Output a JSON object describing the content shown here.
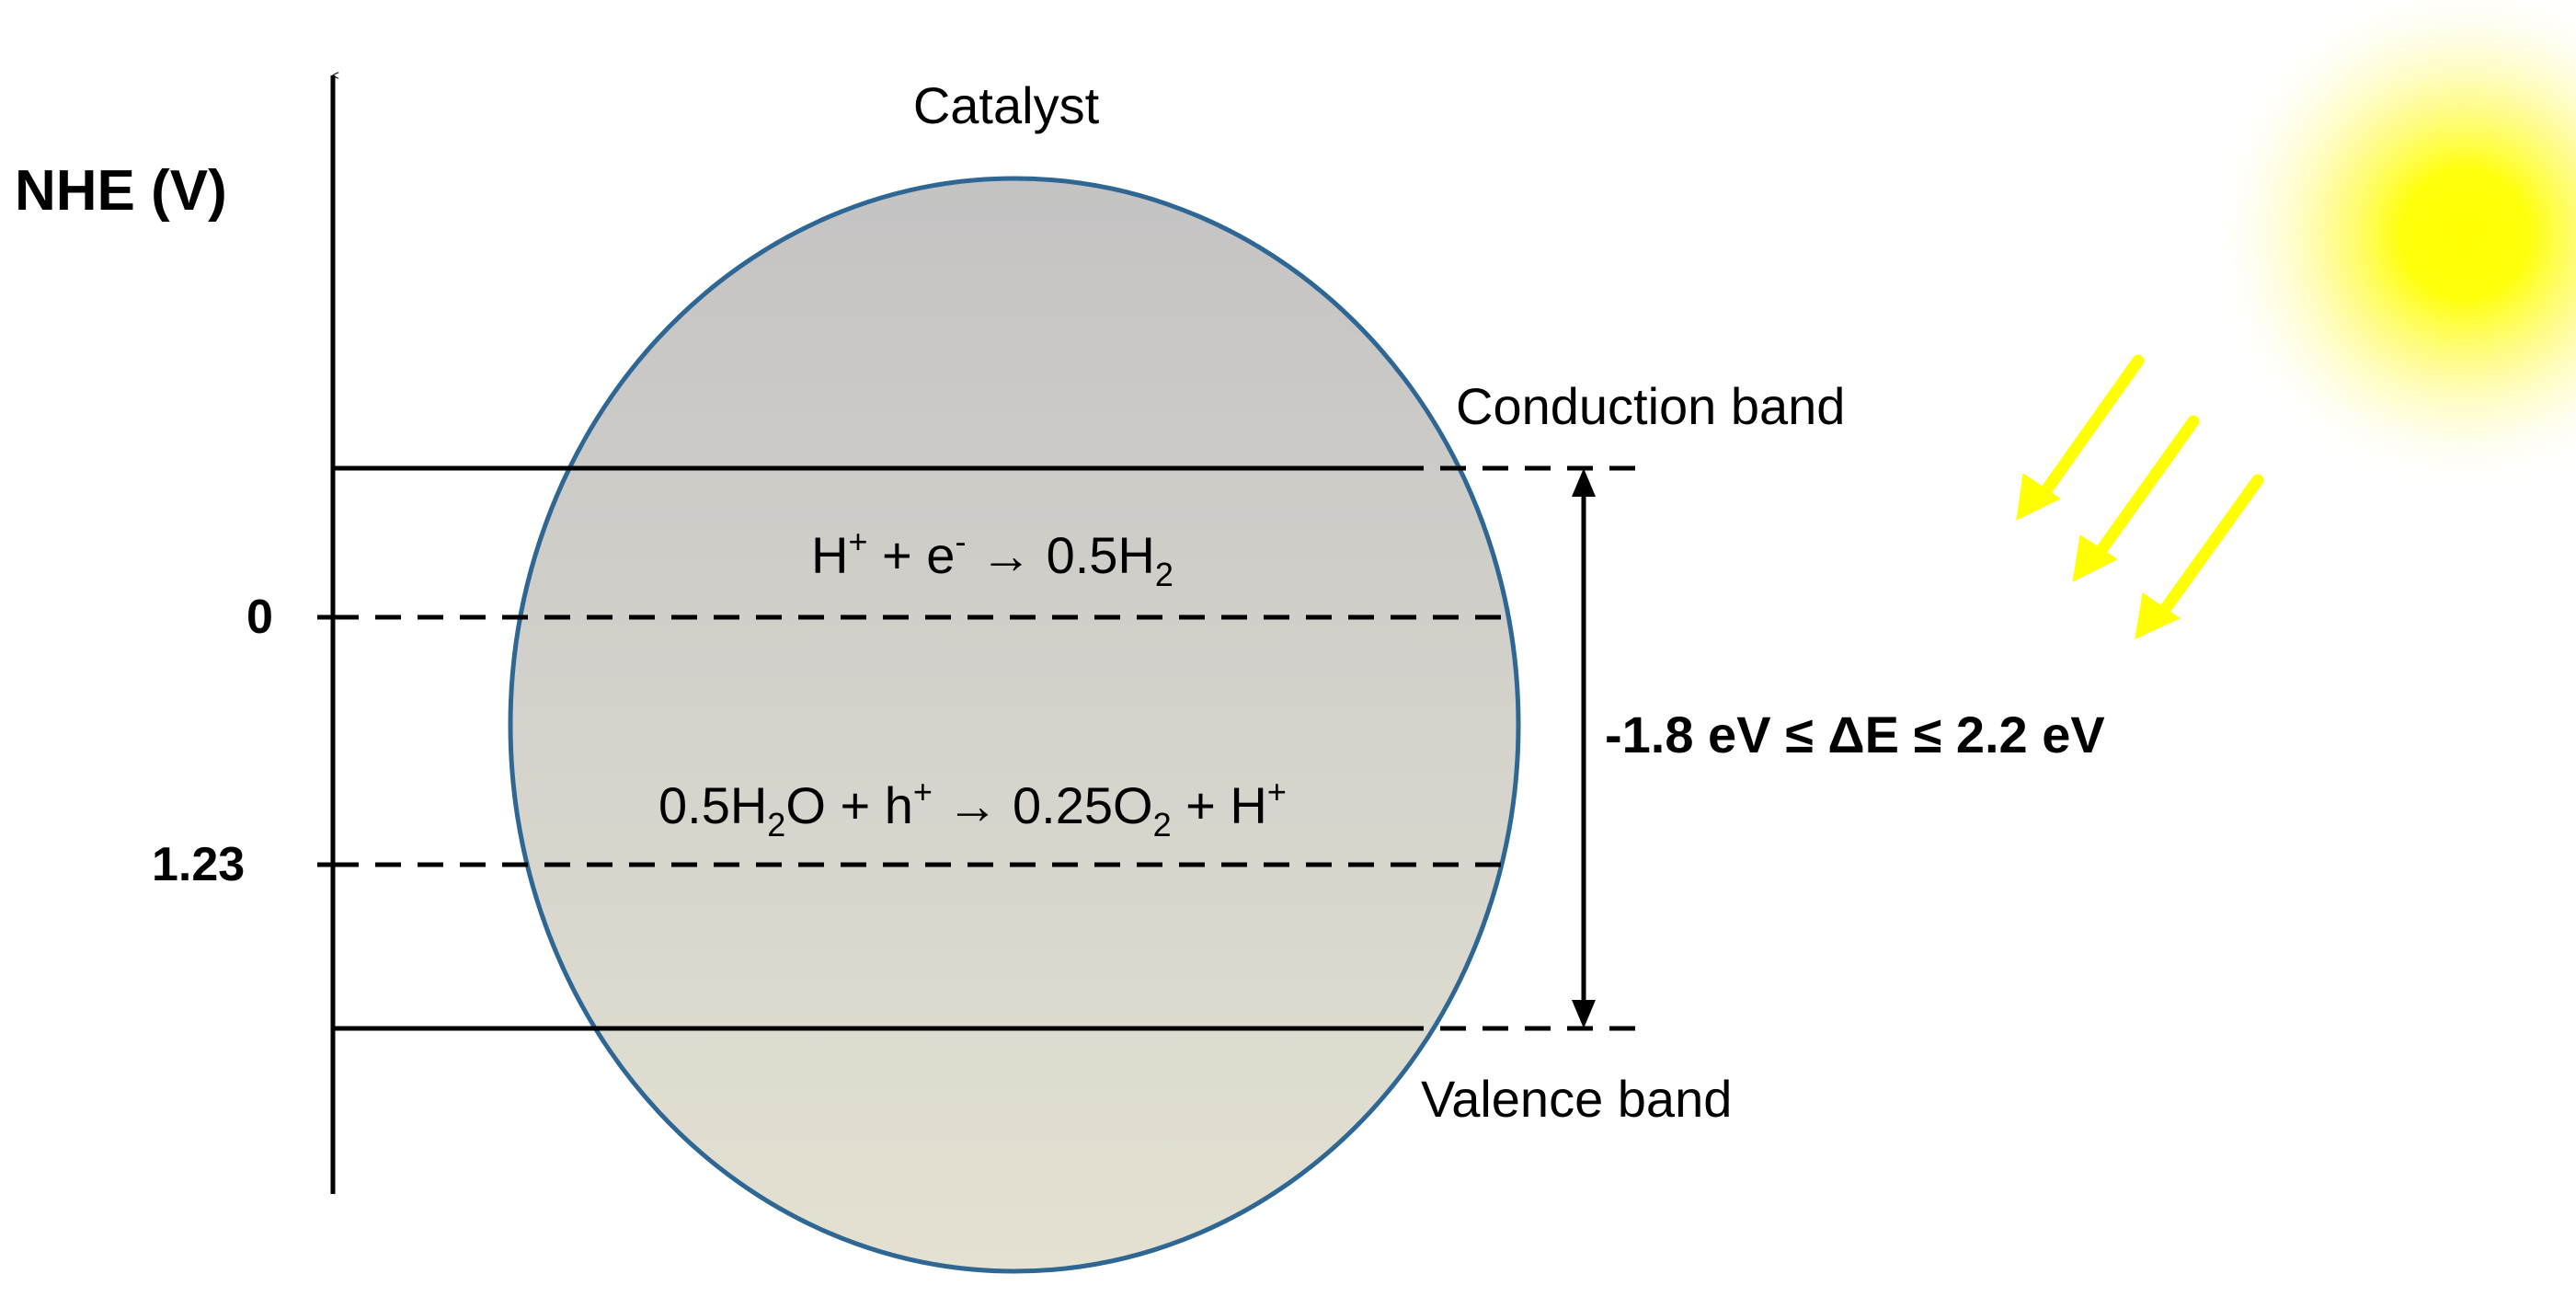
{
  "axis": {
    "label": "NHE (V)",
    "ticks": [
      "0",
      "1.23"
    ]
  },
  "catalyst": {
    "label": "Catalyst",
    "fill_top": "#c4c3c3",
    "fill_bottom": "#e4e1d2",
    "stroke": "#2e6694"
  },
  "bands": {
    "conduction_label": "Conduction band",
    "valence_label": "Valence band"
  },
  "reactions": {
    "reduction": {
      "a": "H",
      "a_sup": "+",
      "b": " + e",
      "b_sup": "-",
      "arrow": " → ",
      "product": "0.5H",
      "product_sub": "2"
    },
    "oxidation": {
      "a": "0.5H",
      "a_sub": "2",
      "b": "O + h",
      "b_sup": "+",
      "arrow": " → ",
      "c": "0.25O",
      "c_sub": "2",
      "d": " + H",
      "d_sup": "+"
    }
  },
  "gap": {
    "label": "-1.8 eV ≤ ΔE ≤ 2.2 eV"
  },
  "sun": {
    "color": "#ffff00",
    "ray_color": "#ffff00"
  }
}
